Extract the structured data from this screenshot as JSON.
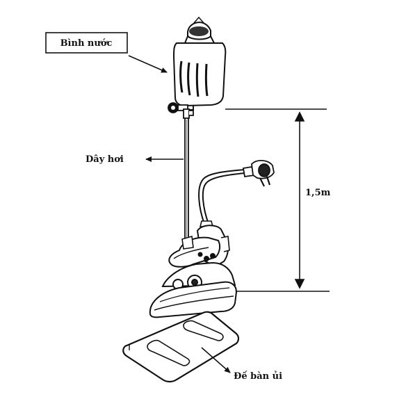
{
  "labels": {
    "water_bottle": "Bình nước",
    "steam_hose": "Dây hơi",
    "height": "1,5m",
    "iron_base": "Đế bàn ủi"
  },
  "colors": {
    "ink": "#111111",
    "background": "#ffffff"
  }
}
